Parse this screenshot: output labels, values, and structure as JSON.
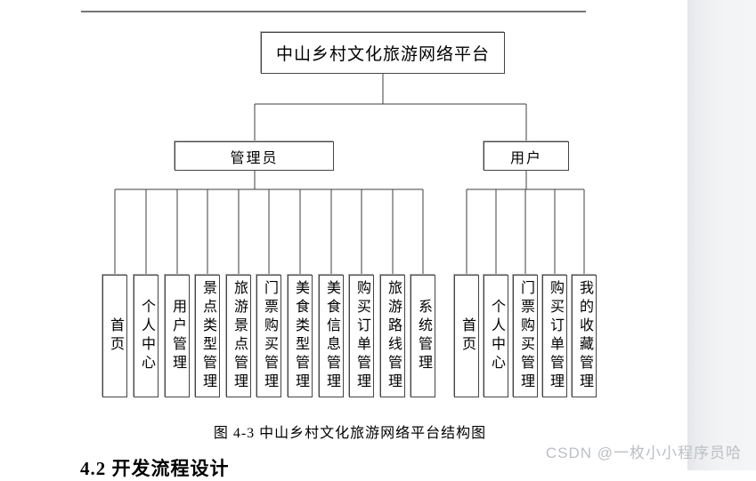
{
  "page": {
    "caption": "图 4-3 中山乡村文化旅游网络平台结构图",
    "next_section_heading": "4.2 开发流程设计",
    "watermark": "CSDN @一枚小小程序员哈"
  },
  "diagram": {
    "root_label": "中山乡村文化旅游网络平台",
    "branches": [
      {
        "label": "管理员",
        "children": [
          "首页",
          "个人中心",
          "用户管理",
          "景点类型管理",
          "旅游景点管理",
          "门票购买管理",
          "美食类型管理",
          "美食信息管理",
          "购买订单管理",
          "旅游路线管理",
          "系统管理"
        ]
      },
      {
        "label": "用户",
        "children": [
          "首页",
          "个人中心",
          "门票购买管理",
          "购买订单管理",
          "我的收藏管理"
        ]
      }
    ]
  },
  "colors": {
    "line": "#3f3f3f",
    "box_border": "#454545",
    "top_rule": "#757575",
    "watermark_text": "#bcbfc3",
    "page_edge_band": "#e4e6e9"
  }
}
